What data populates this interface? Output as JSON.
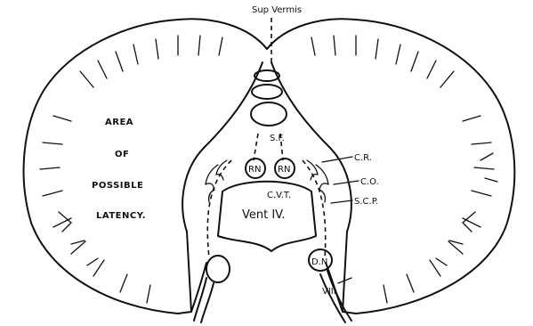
{
  "labels": {
    "sup_vermis": "Sup Vermis",
    "area_lines": [
      "AREA",
      "OF",
      "POSSIBLE",
      "LATENCY."
    ],
    "sf": "S.F.",
    "rn_left": "RN",
    "rn_right": "RN",
    "cr": "C.R.",
    "co": "C.O.",
    "scp": "S.C.P.",
    "cvt": "C.V.T.",
    "vent": "Vent IV.",
    "dn": "D.N",
    "viii": "VIII"
  }
}
